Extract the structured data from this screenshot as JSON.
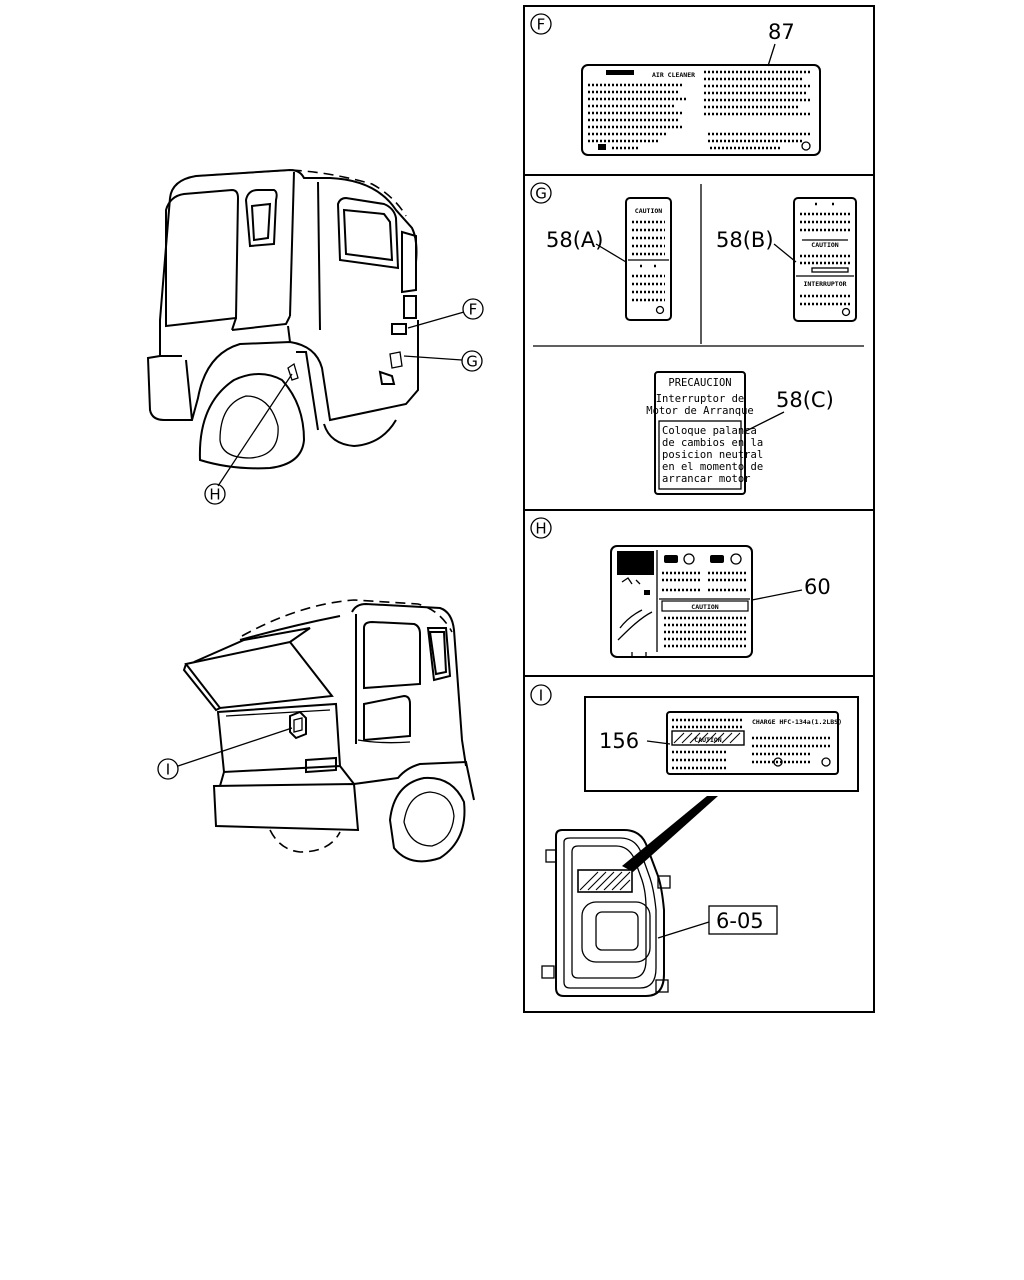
{
  "markers": {
    "f": "F",
    "g": "G",
    "h": "H",
    "i": "I"
  },
  "callouts": {
    "p87": "87",
    "p58a": "58(A)",
    "p58b": "58(B)",
    "p58c": "58(C)",
    "p60": "60",
    "p156": "156",
    "p605": "6-05"
  },
  "labels": {
    "caution": "CAUTION",
    "interruptor": "INTERRUPTOR",
    "air_cleaner": "AIR CLEANER",
    "caution_h": "CAUTION",
    "caution_i": "CAUTION",
    "hfc": "CHARGE HFC-134a(1.2LBS)",
    "precaucion_title": "PRECAUCION",
    "precaucion_lines": [
      "Interruptor de",
      "Motor de Arranque"
    ],
    "precaucion_body": [
      "Coloque palanca",
      "de cambios en la",
      "posicion neutral",
      "en el momento de",
      "arrancar motor"
    ]
  }
}
